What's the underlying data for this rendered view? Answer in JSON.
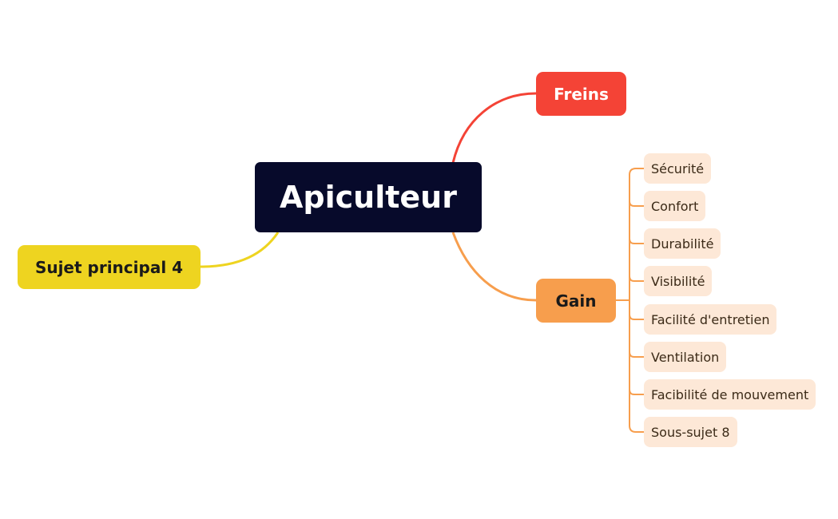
{
  "root": {
    "label": "Apiculteur"
  },
  "topics": {
    "freins": {
      "label": "Freins"
    },
    "gain": {
      "label": "Gain"
    },
    "sujet4": {
      "label": "Sujet principal 4"
    }
  },
  "gain_subtopics": [
    {
      "label": "Sécurité"
    },
    {
      "label": "Confort"
    },
    {
      "label": "Durabilité"
    },
    {
      "label": "Visibilité"
    },
    {
      "label": "Facilité d'entretien"
    },
    {
      "label": "Ventilation"
    },
    {
      "label": "Facibilité de mouvement"
    },
    {
      "label": "Sous-sujet 8"
    }
  ],
  "colors": {
    "root_bg": "#070a2b",
    "freins": "#f44336",
    "gain": "#f79e4d",
    "sujet4": "#eed420",
    "sub_bg": "#fde8d7",
    "sub_text": "#3b2a17"
  }
}
